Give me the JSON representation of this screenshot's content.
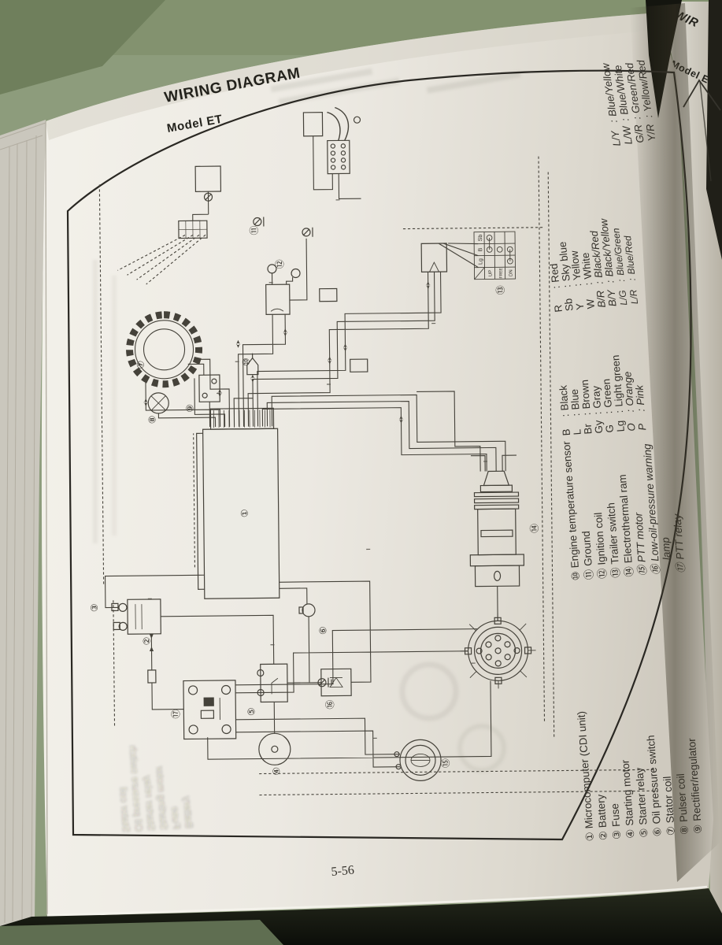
{
  "page": {
    "header_title": "WIRING DIAGRAM",
    "header_model": "Model ET",
    "page_number": "5-56"
  },
  "facing_page": {
    "title_fragment": "WIR",
    "model_fragment": "Model E"
  },
  "legend": {
    "separator": ":",
    "col1": [
      {
        "code": "B",
        "name": "Black"
      },
      {
        "code": "L",
        "name": "Blue"
      },
      {
        "code": "Br",
        "name": "Brown"
      },
      {
        "code": "Gy",
        "name": "Gray"
      },
      {
        "code": "G",
        "name": "Green"
      },
      {
        "code": "Lg",
        "name": "Light green"
      },
      {
        "code": "O",
        "name": "Orange"
      },
      {
        "code": "P",
        "name": "Pink"
      }
    ],
    "col2": [
      {
        "code": "R",
        "name": "Red"
      },
      {
        "code": "Sb",
        "name": "Sky blue"
      },
      {
        "code": "Y",
        "name": "Yellow"
      },
      {
        "code": "W",
        "name": "White"
      },
      {
        "code": "B/R",
        "name": "Black/Red"
      },
      {
        "code": "B/Y",
        "name": "Black/Yellow"
      },
      {
        "code": "L/G",
        "name": "Blue/Green"
      },
      {
        "code": "L/R",
        "name": "Blue/Red"
      }
    ],
    "col3": [
      {
        "code": "L/Y",
        "name": "Blue/Yellow"
      },
      {
        "code": "L/W",
        "name": "Blue/White"
      },
      {
        "code": "G/R",
        "name": "Green/Red"
      },
      {
        "code": "Y/R",
        "name": "Yellow/Red"
      }
    ]
  },
  "components": [
    {
      "num": "①",
      "label": "Microcomputer (CDI unit)"
    },
    {
      "num": "②",
      "label": "Battery"
    },
    {
      "num": "③",
      "label": "Fuse"
    },
    {
      "num": "④",
      "label": "Starting motor"
    },
    {
      "num": "⑤",
      "label": "Starter relay"
    },
    {
      "num": "⑥",
      "label": "Oil pressure switch"
    },
    {
      "num": "⑦",
      "label": "Stator coil"
    },
    {
      "num": "⑧",
      "label": "Pulser coil"
    },
    {
      "num": "⑨",
      "label": "Rectifier/regulator"
    },
    {
      "num": "⑩",
      "label": "Engine temperature sensor"
    },
    {
      "num": "⑪",
      "label": "Ground"
    },
    {
      "num": "⑫",
      "label": "Ignition coil"
    },
    {
      "num": "⑬",
      "label": "Trailer switch"
    },
    {
      "num": "⑭",
      "label": "Electrothermal ram"
    },
    {
      "num": "⑮",
      "label": "PTT motor"
    },
    {
      "num": "⑯",
      "label": "Low-oil-pressure warning",
      "label2": "lamp"
    },
    {
      "num": "⑰",
      "label": "PTT relay"
    }
  ],
  "trailer_table": {
    "col_headers": [
      "Lg",
      "B",
      "Sb"
    ],
    "row_headers": [
      "UP",
      "FREE",
      "DN"
    ]
  },
  "colors": {
    "table_green": "#8d9c7c",
    "paper": "#eceae2",
    "ink": "#3c3934",
    "frame": "#2a2823",
    "shadow": "#14150f"
  }
}
